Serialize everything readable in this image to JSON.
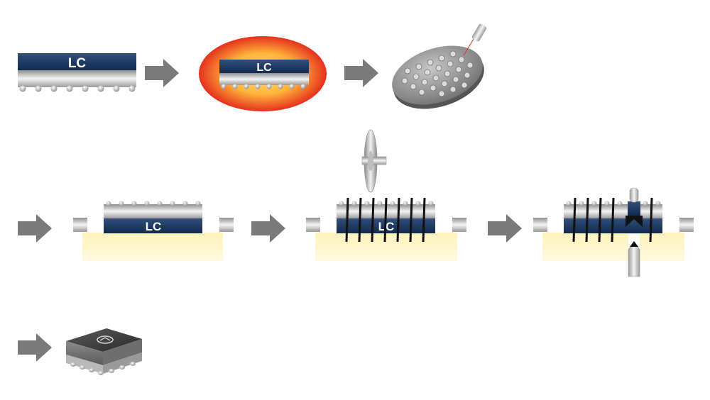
{
  "labels": {
    "chip": "LC"
  },
  "colors": {
    "arrow": "#7a7a7a",
    "substrate": "#1f3a60",
    "heat_outer": "#e8321e",
    "heat_inner": "#ffd04a",
    "tape": "#fff7c8",
    "wafer": "#9a9a9a"
  },
  "steps": [
    {
      "name": "bumped-chip"
    },
    {
      "name": "reflow-heating"
    },
    {
      "name": "laser-wafer-marking"
    },
    {
      "name": "chip-mounted-on-tape"
    },
    {
      "name": "dicing-saw-cut"
    },
    {
      "name": "pick-up-with-ejector-needle"
    },
    {
      "name": "finished-package"
    }
  ]
}
